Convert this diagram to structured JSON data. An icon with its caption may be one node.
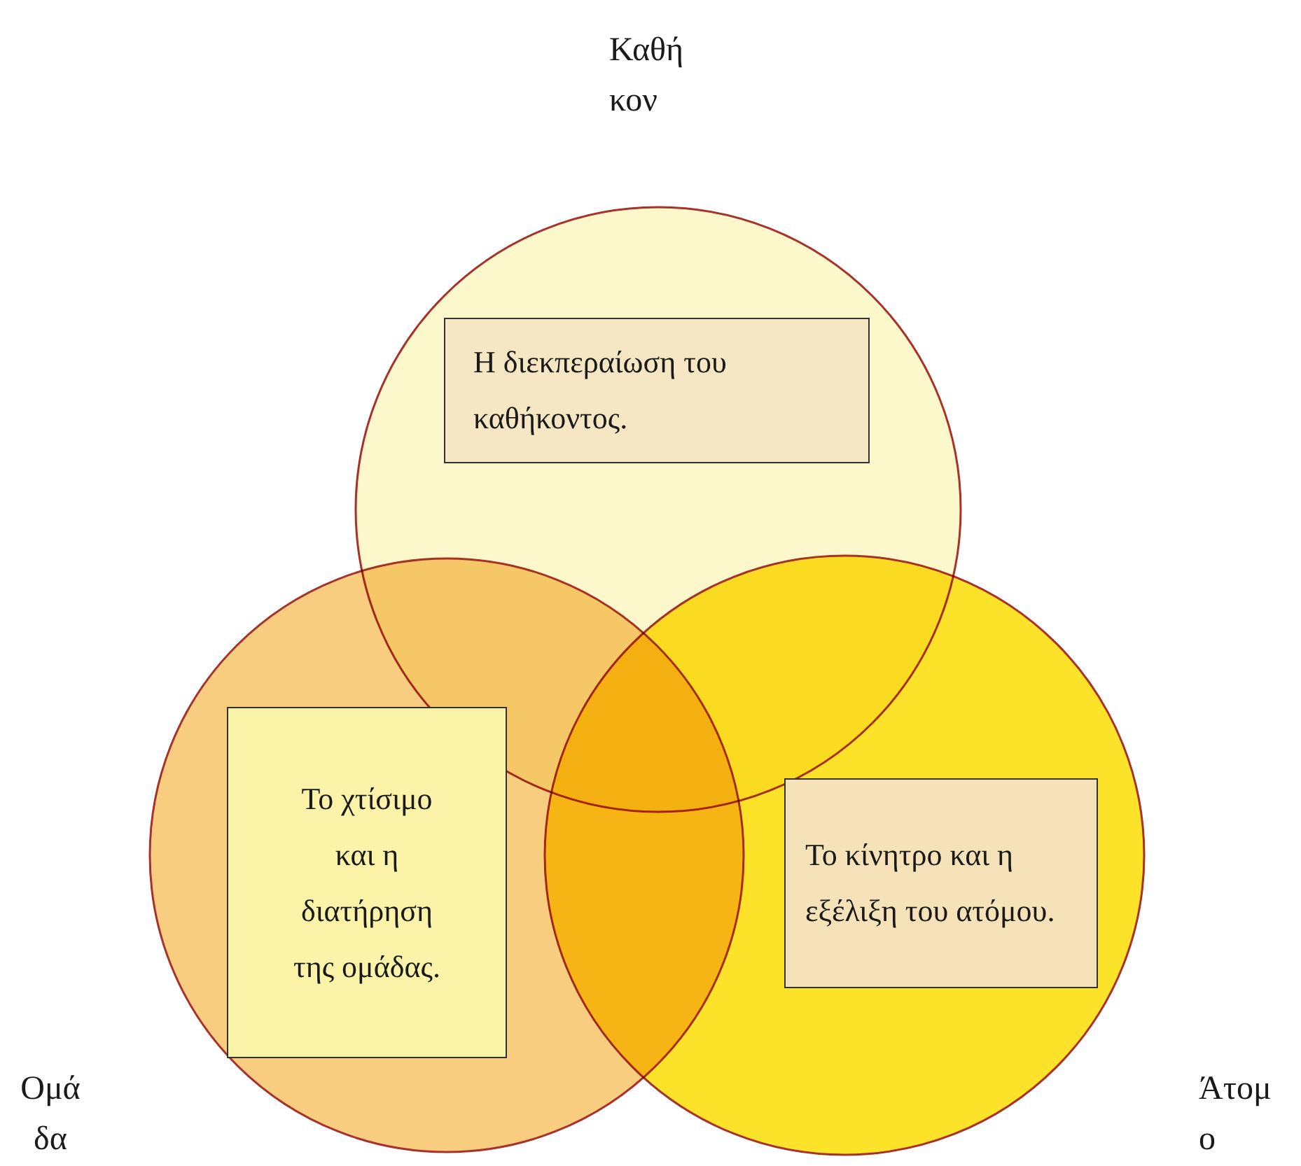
{
  "diagram": {
    "nodes": [
      {
        "text": [
          "Καθή κον"
        ]
      },
      {
        "text": [
          "Η διεκπεραίωση του καθήκοντος."
        ],
        "in": 0
      },
      {
        "text": [
          "Ομά δα"
        ]
      },
      {
        "text": [
          "Το χτίσιμο και η διατήρηση της ομάδας."
        ],
        "in": 2
      },
      {
        "text": [
          "Άτομ ο"
        ]
      },
      {
        "text": [
          "Το κίνητρο και η εξέλιξη του ατόμου."
        ],
        "in": 4
      }
    ]
  }
}
